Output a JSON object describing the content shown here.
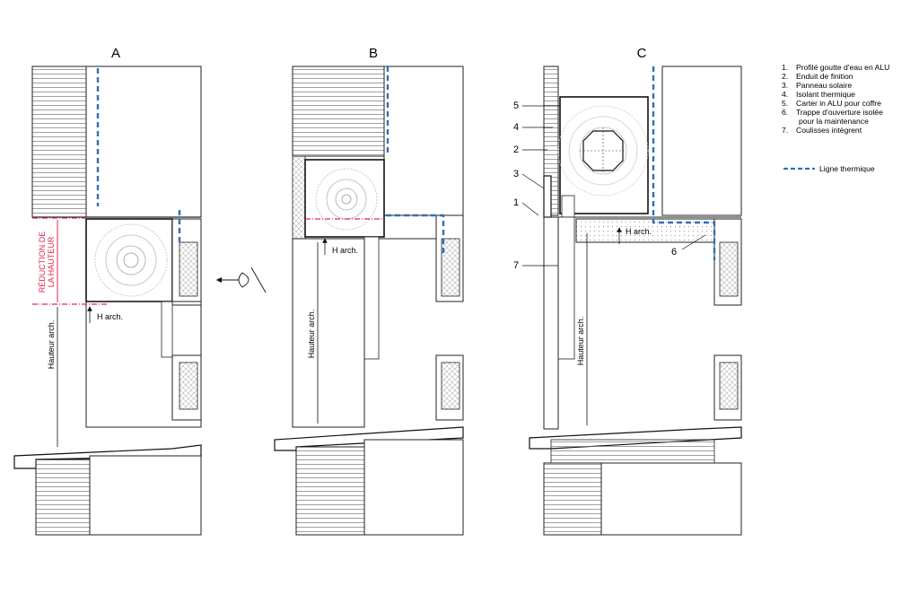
{
  "panels": {
    "a": {
      "letter": "A",
      "h_arch": "H arch.",
      "hauteur": "Hauteur arch.",
      "reduction_line1": "RÉDUCTION DE",
      "reduction_line2": "LA HAUTEUR"
    },
    "b": {
      "letter": "B",
      "h_arch": "H arch.",
      "hauteur": "Hauteur arch."
    },
    "c": {
      "letter": "C",
      "h_arch": "H arch.",
      "hauteur": "Hauteur arch.",
      "callouts": [
        "5",
        "4",
        "2",
        "3",
        "1",
        "7",
        "6"
      ]
    }
  },
  "legend": {
    "items": [
      {
        "num": "1.",
        "text": "Profilé goutte d'eau en ALU"
      },
      {
        "num": "2.",
        "text": "Enduit de finition"
      },
      {
        "num": "3.",
        "text": "Panneau solaire"
      },
      {
        "num": "4.",
        "text": "Isolant thermique"
      },
      {
        "num": "5.",
        "text": "Carter in ALU pour coffre"
      },
      {
        "num": "6.",
        "text": "Trappe d'ouverture isolée"
      },
      {
        "num": "",
        "text": "pour la maintenance"
      },
      {
        "num": "7.",
        "text": "Coulisses intègrent"
      }
    ],
    "thermal_label": "Ligne thermique"
  },
  "colors": {
    "thermal": "#2f6fba",
    "reduction": "#e0294d",
    "line": "#111111",
    "hatch": "#555555"
  }
}
